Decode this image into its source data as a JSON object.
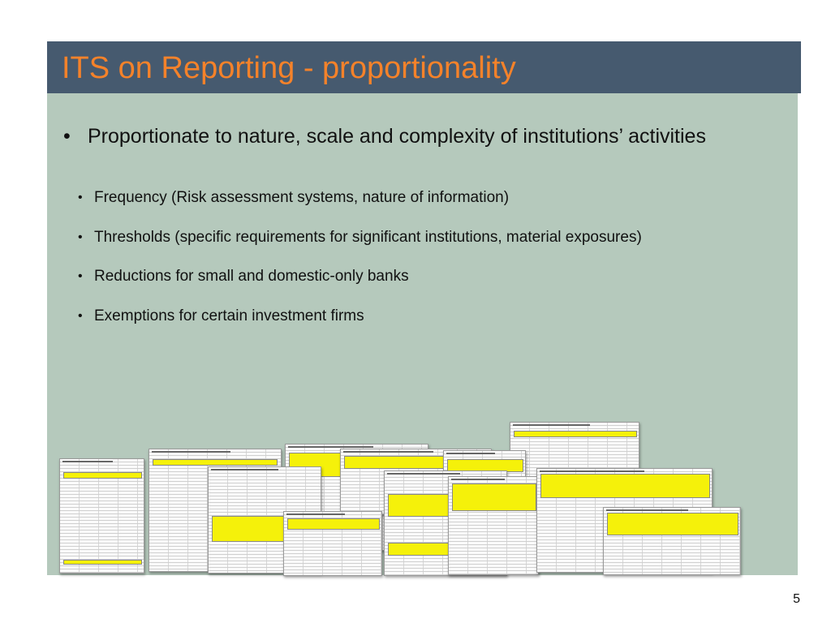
{
  "slide": {
    "title": "ITS on Reporting - proportionality",
    "bullet_symbol": "•",
    "main_bullet": "Proportionate to nature, scale and complexity of institutions’ activities",
    "sub_bullets": [
      "Frequency (Risk assessment systems, nature of information)",
      "Thresholds (specific requirements for significant institutions, material exposures)",
      "Reductions for small and domestic-only banks",
      "Exemptions for certain investment firms"
    ],
    "page_number": "5"
  },
  "colors": {
    "header_bg": "#465a6f",
    "title_text": "#f5822a",
    "content_bg": "#b5c9bc",
    "template_highlight": "#f5f10a"
  }
}
